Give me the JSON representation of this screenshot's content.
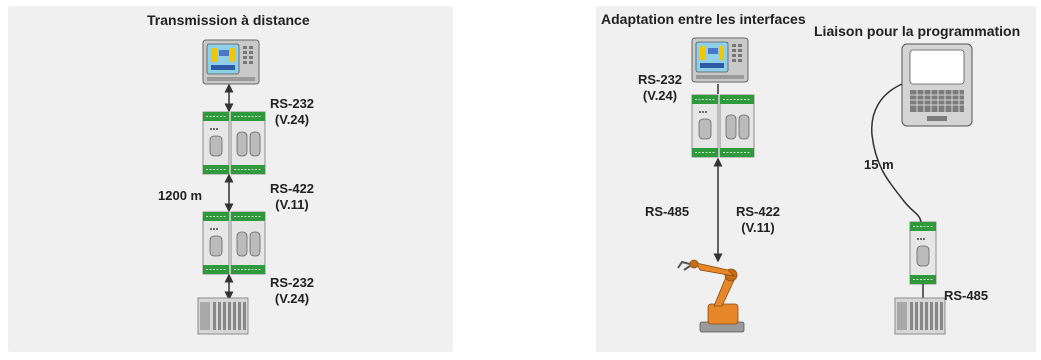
{
  "left": {
    "title": "Transmission à distance",
    "link_top": {
      "line1": "RS-232",
      "line2": "(V.24)"
    },
    "distance": "1200 m",
    "link_mid": {
      "line1": "RS-422",
      "line2": "(V.11)"
    },
    "link_bottom": {
      "line1": "RS-232",
      "line2": "(V.24)"
    }
  },
  "right": {
    "title_adaptation": "Adaptation entre les interfaces",
    "title_programming": "Liaison pour la programmation",
    "link_top": {
      "line1": "RS-232",
      "line2": "(V.24)"
    },
    "link_485": "RS-485",
    "link_422": {
      "line1": "RS-422",
      "line2": "(V.11)"
    },
    "cable_length": "15 m",
    "link_485_plc": "RS-485"
  },
  "colors": {
    "panel_bg": "#f0f0f0",
    "module_green": "#2f9a3c",
    "module_body": "#e6e6e6",
    "robot_orange": "#e8862a",
    "text": "#222222"
  }
}
